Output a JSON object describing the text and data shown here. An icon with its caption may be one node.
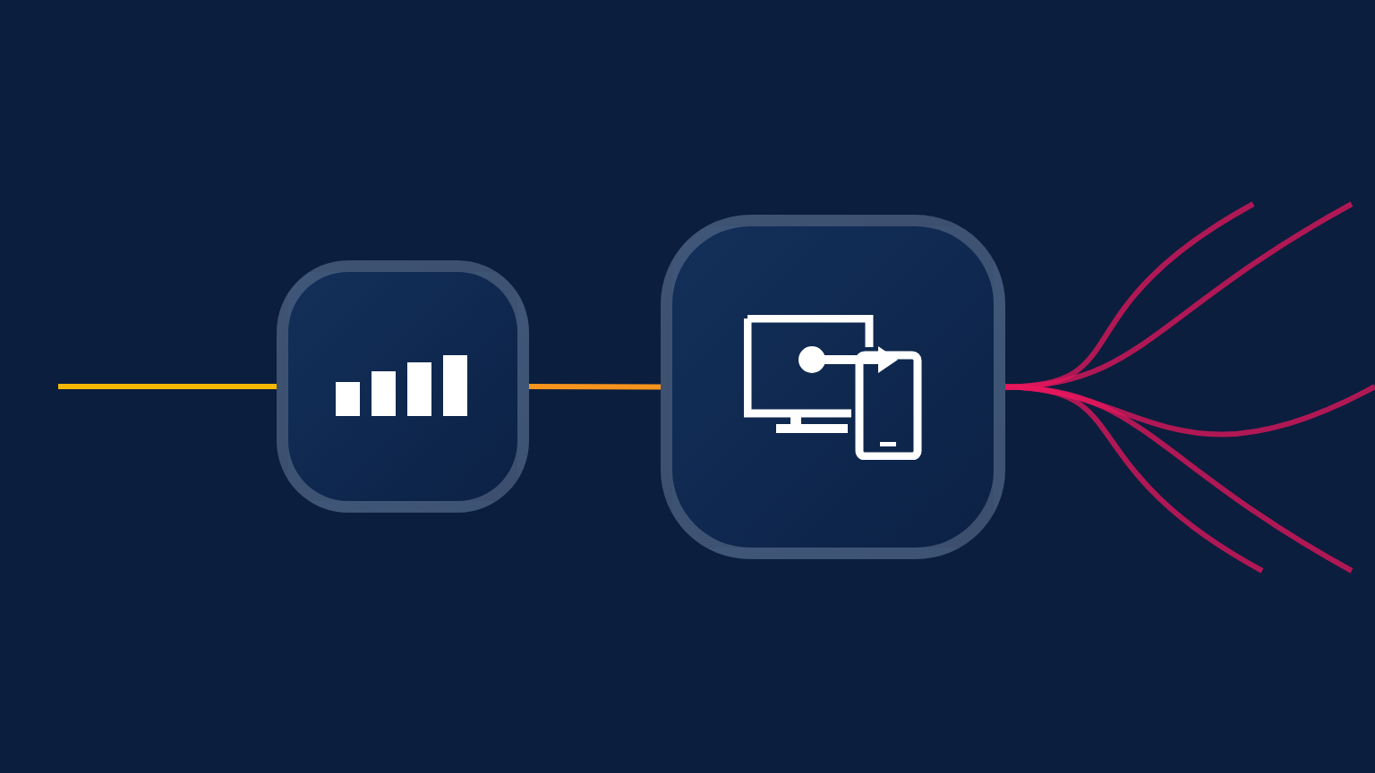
{
  "diagram": {
    "nodes": [
      {
        "text": [],
        "shape": "box"
      },
      {
        "text": [],
        "shape": "box"
      }
    ],
    "edges": [
      {
        "from": null,
        "to": 0,
        "arrow": "none",
        "color": "#f5b800"
      },
      {
        "from": 0,
        "to": 1,
        "arrow": "none",
        "color": "#f7941d"
      },
      {
        "from": 1,
        "to": null,
        "arrow": "none"
      },
      {
        "from": 1,
        "to": null,
        "arrow": "none"
      },
      {
        "from": 1,
        "to": null,
        "arrow": "none"
      },
      {
        "from": 1,
        "to": null,
        "arrow": "none"
      },
      {
        "from": 1,
        "to": null,
        "arrow": "none"
      }
    ]
  }
}
